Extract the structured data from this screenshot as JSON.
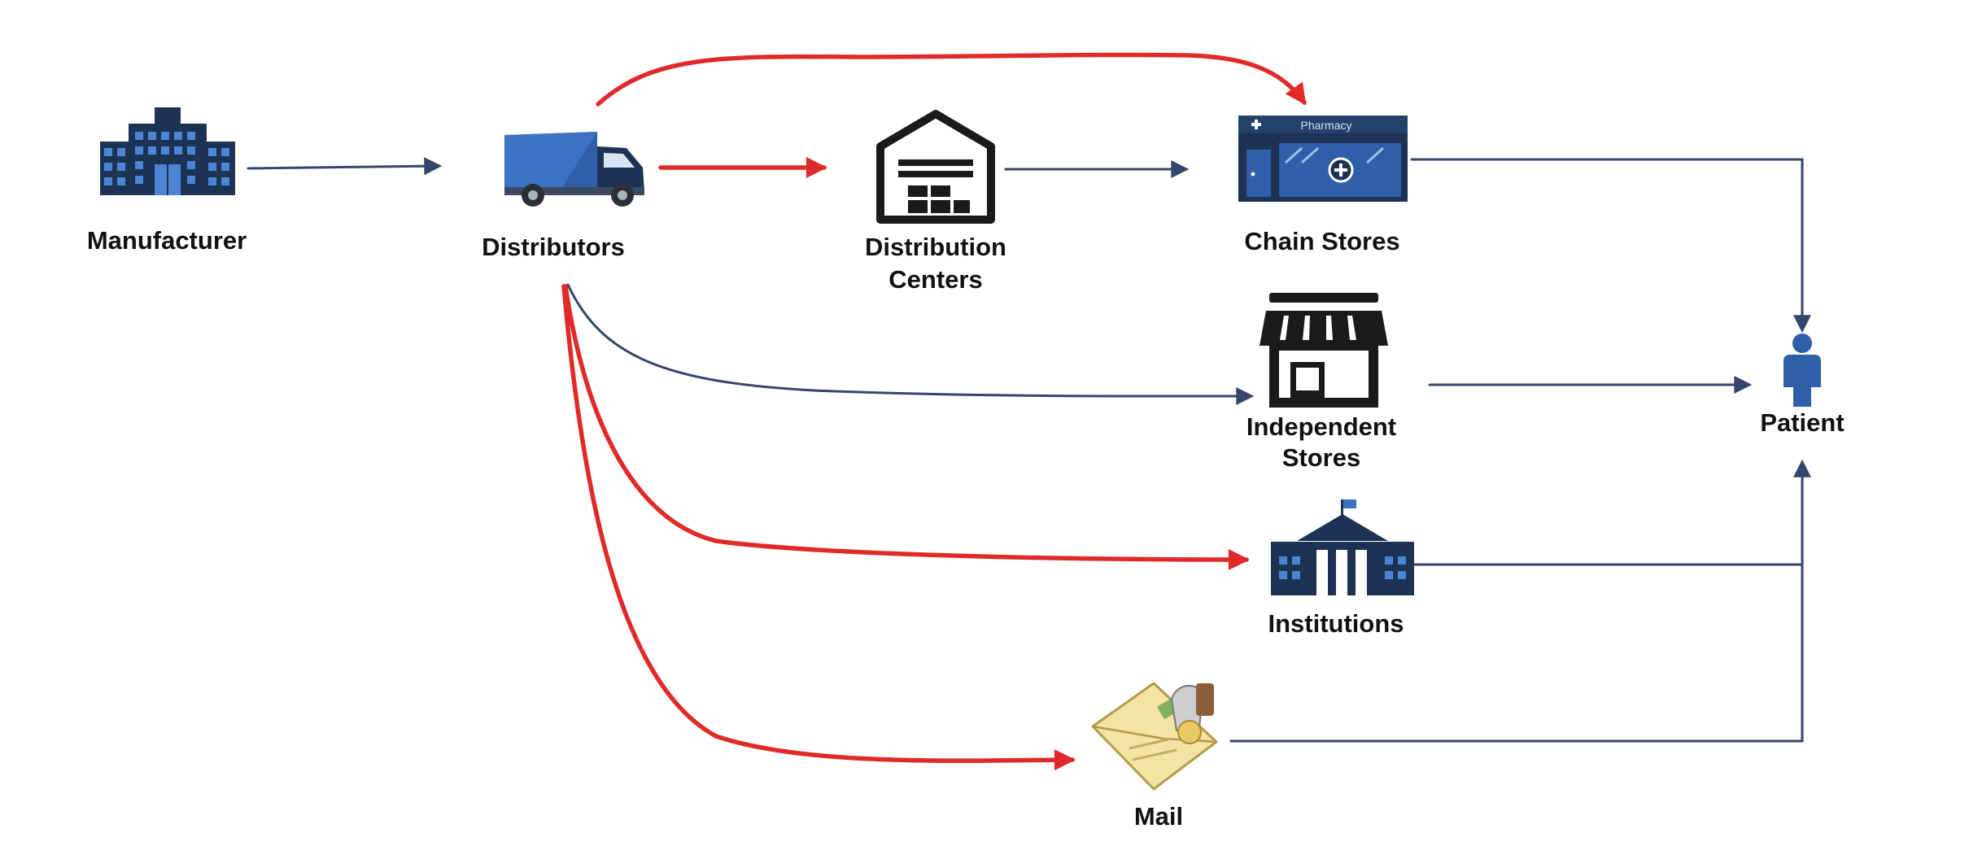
{
  "diagram": {
    "nodes": {
      "manufacturer": {
        "label": "Manufacturer",
        "icon": "office-building-icon"
      },
      "distributors": {
        "label": "Distributors",
        "icon": "delivery-truck-icon"
      },
      "distribution_centers": {
        "label_line1": "Distribution",
        "label_line2": "Centers",
        "icon": "warehouse-icon"
      },
      "chain_stores": {
        "label": "Chain Stores",
        "icon": "pharmacy-storefront-icon",
        "sign_text": "Pharmacy"
      },
      "independent_stores": {
        "label_line1": "Independent",
        "label_line2": "Stores",
        "icon": "shop-awning-icon"
      },
      "institutions": {
        "label": "Institutions",
        "icon": "institution-building-icon"
      },
      "mail": {
        "label": "Mail",
        "icon": "mail-envelope-icon"
      },
      "patient": {
        "label": "Patient",
        "icon": "person-icon"
      }
    },
    "edges": [
      {
        "from": "manufacturer",
        "to": "distributors",
        "highlight": false
      },
      {
        "from": "distributors",
        "to": "distribution_centers",
        "highlight": true
      },
      {
        "from": "distributors",
        "to": "chain_stores",
        "highlight": true
      },
      {
        "from": "distribution_centers",
        "to": "chain_stores",
        "highlight": false
      },
      {
        "from": "distributors",
        "to": "independent_stores",
        "highlight": false
      },
      {
        "from": "distributors",
        "to": "institutions",
        "highlight": true
      },
      {
        "from": "distributors",
        "to": "mail",
        "highlight": true
      },
      {
        "from": "chain_stores",
        "to": "patient",
        "highlight": false
      },
      {
        "from": "independent_stores",
        "to": "patient",
        "highlight": false
      },
      {
        "from": "institutions",
        "to": "patient",
        "highlight": false
      },
      {
        "from": "mail",
        "to": "patient",
        "highlight": false
      }
    ],
    "colors": {
      "highlight_edge": "#e02a2a",
      "normal_edge": "#34466e",
      "icon_blue": "#2f5fa8",
      "icon_navy": "#1c3354"
    }
  }
}
